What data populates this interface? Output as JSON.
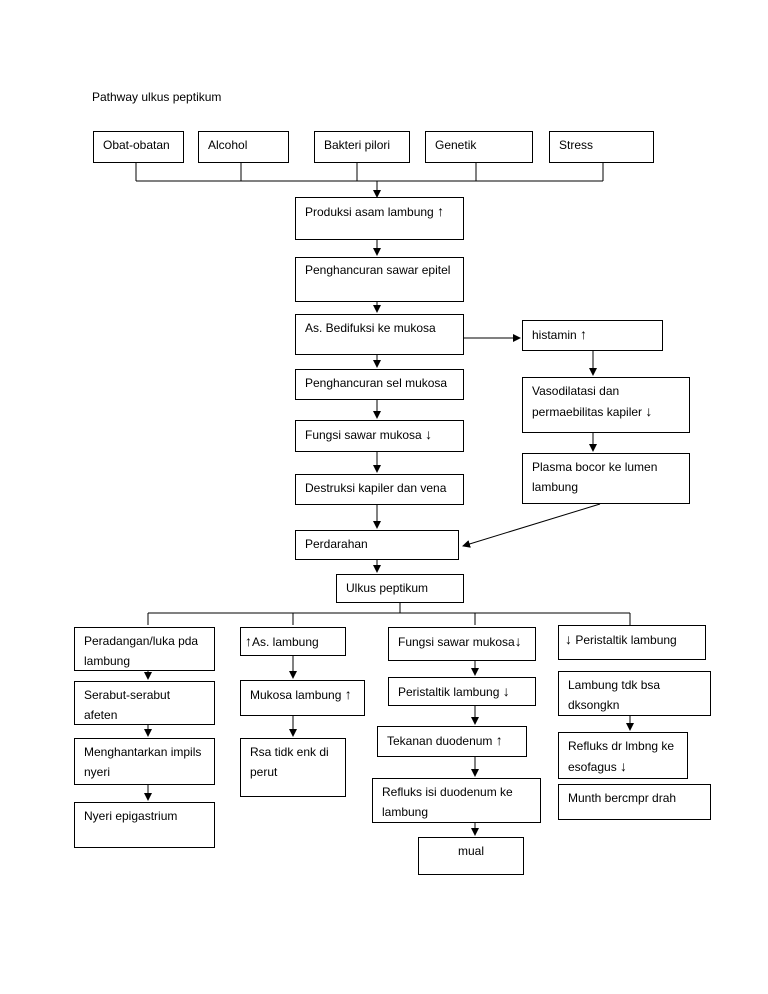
{
  "title": "Pathway ulkus peptikum",
  "causes": {
    "obat": "Obat-obatan",
    "alcohol": "Alcohol",
    "bakteri": "Bakteri pilori",
    "genetik": "Genetik",
    "stress": "Stress"
  },
  "main": {
    "produksi": "Produksi asam lambung",
    "penghancuran_sawar": "Penghancuran sawar epitel",
    "bedifuksi": "As. Bedifuksi ke mukosa",
    "penghancuran_sel": "Penghancuran sel mukosa",
    "fungsi_sawar": "Fungsi sawar mukosa",
    "destruksi": "Destruksi kapiler dan vena",
    "perdarahan": "Perdarahan",
    "ulkus": "Ulkus peptikum"
  },
  "side": {
    "histamin": "histamin",
    "vasodilatasi": "Vasodilatasi dan permaebilitas kapiler",
    "plasma": "Plasma bocor ke lumen lambung"
  },
  "col1": {
    "peradangan": "Peradangan/luka pda lambung",
    "serabut": "Serabut-serabut afeten",
    "menghantarkan": "Menghantarkan impils nyeri",
    "nyeri": "Nyeri epigastrium"
  },
  "col2": {
    "as_lambung": "As. lambung",
    "mukosa": "Mukosa lambung",
    "rsa": "Rsa tidk enk di perut"
  },
  "col3": {
    "fungsi": "Fungsi sawar mukosa",
    "peristaltik": "Peristaltik lambung",
    "tekanan": "Tekanan duodenum",
    "refluks": "Refluks  isi duodenum ke lambung",
    "mual": "mual"
  },
  "col4": {
    "peristaltik": "Peristaltik lambung",
    "tdk_bsa": "Lambung tdk bsa dksongkn",
    "refluks": "Refluks dr lmbng ke esofagus",
    "munth": "Munth bercmpr drah"
  }
}
